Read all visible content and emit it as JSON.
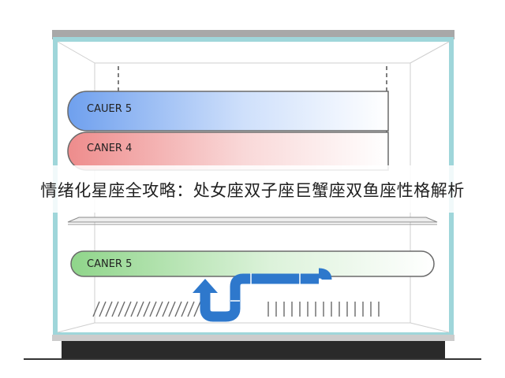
{
  "shelves": [
    {
      "label": "CAUER 5",
      "color": "#6fa0ee"
    },
    {
      "label": "CANER 4",
      "color": "#ee8c8c"
    },
    {
      "label": "CANER 5",
      "color": "#8fd58a"
    }
  ],
  "caption": "情绪化星座全攻略：处女座双子座巨蟹座双鱼座性格解析",
  "colors": {
    "frame": "#9fd6da",
    "frame_top": "#a8a8a8",
    "arrow": "#2e78cc",
    "base": "#2a2a2a"
  },
  "icons": {
    "airflow": "curved-airflow-arrow-icon"
  }
}
